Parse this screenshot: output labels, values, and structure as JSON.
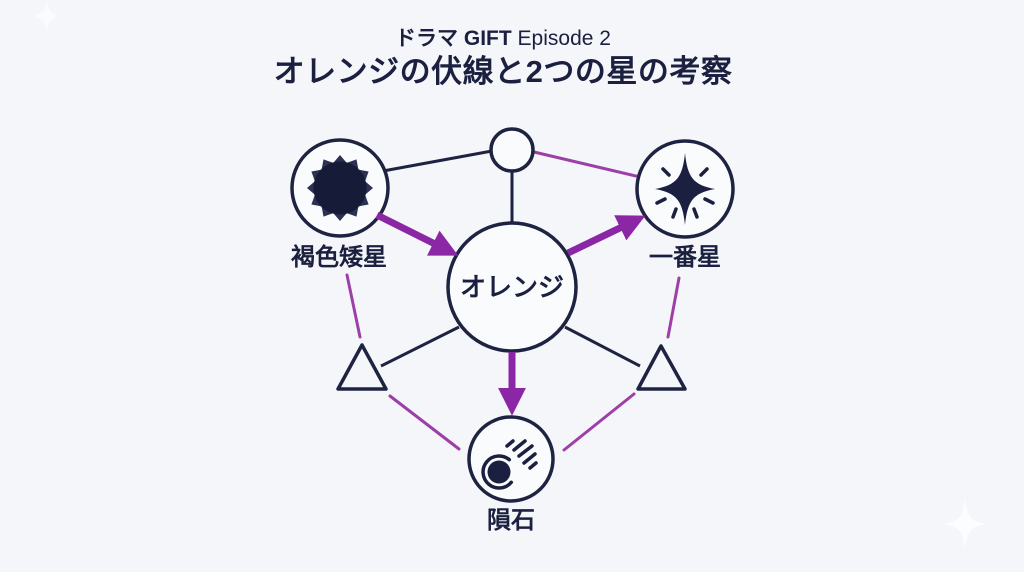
{
  "header": {
    "series_label": "ドラマ GIFT",
    "episode_label": "Episode 2",
    "title": "オレンジの伏線と2つの星の考察"
  },
  "diagram": {
    "nodes": {
      "center": {
        "label": "オレンジ",
        "shape": "circle"
      },
      "top_left": {
        "label": "褐色矮星",
        "shape": "circle",
        "icon": "sun-icon"
      },
      "top_right": {
        "label": "一番星",
        "shape": "circle",
        "icon": "sparkle-icon"
      },
      "bottom": {
        "label": "隕石",
        "shape": "circle",
        "icon": "comet-icon"
      },
      "top_small": {
        "label": "",
        "shape": "circle"
      },
      "left_triangle": {
        "label": "",
        "shape": "triangle"
      },
      "right_triangle": {
        "label": "",
        "shape": "triangle"
      }
    },
    "edges": [
      {
        "from": "top_left",
        "to": "top_small",
        "style": "dark-line"
      },
      {
        "from": "top_small",
        "to": "top_right",
        "style": "purple-line"
      },
      {
        "from": "top_small",
        "to": "center",
        "style": "dark-line"
      },
      {
        "from": "top_left",
        "to": "center",
        "style": "purple-arrow"
      },
      {
        "from": "center",
        "to": "top_right",
        "style": "purple-arrow"
      },
      {
        "from": "center",
        "to": "bottom",
        "style": "purple-arrow"
      },
      {
        "from": "center",
        "to": "left_triangle",
        "style": "dark-line"
      },
      {
        "from": "center",
        "to": "right_triangle",
        "style": "dark-line"
      },
      {
        "from": "top_left",
        "to": "left_triangle",
        "style": "purple-line"
      },
      {
        "from": "top_right",
        "to": "right_triangle",
        "style": "purple-line"
      },
      {
        "from": "left_triangle",
        "to": "bottom",
        "style": "purple-line"
      },
      {
        "from": "right_triangle",
        "to": "bottom",
        "style": "purple-line"
      }
    ],
    "colors": {
      "background": "#f4f6f9",
      "ink": "#1b2040",
      "arrow_purple": "#8b27a4",
      "line_purple": "#9c3fa6",
      "node_fill": "#fafbfd"
    }
  }
}
